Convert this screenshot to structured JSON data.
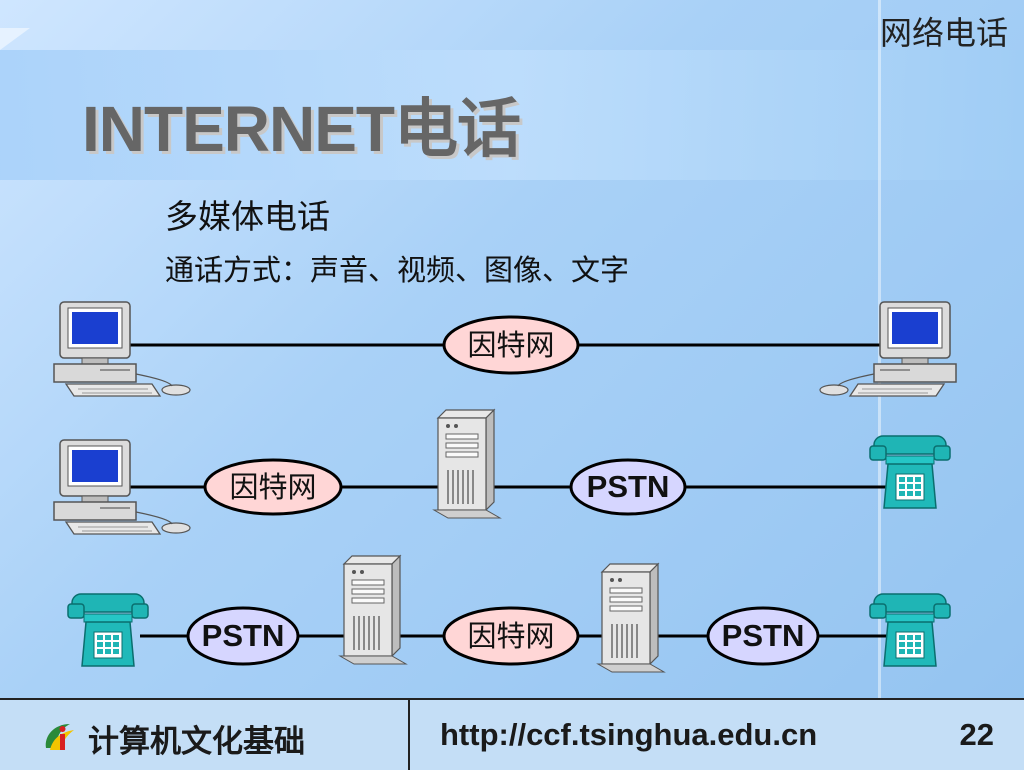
{
  "header": {
    "section_label": "网络电话"
  },
  "slide": {
    "title": "INTERNET电话",
    "subtitle": "多媒体电话",
    "detail": "通话方式：声音、视频、图像、文字"
  },
  "diagram": {
    "row1": {
      "net1": "因特网"
    },
    "row2": {
      "net1": "因特网",
      "net2": "PSTN"
    },
    "row3": {
      "net1": "PSTN",
      "net2": "因特网",
      "net3": "PSTN"
    },
    "colors": {
      "internet_ellipse": "#ffd6d6",
      "pstn_ellipse": "#d6d6ff",
      "line": "#000000",
      "phone": "#1fb5b5"
    }
  },
  "footer": {
    "course": "计算机文化基础",
    "url": "http://ccf.tsinghua.edu.cn",
    "page": "22"
  }
}
